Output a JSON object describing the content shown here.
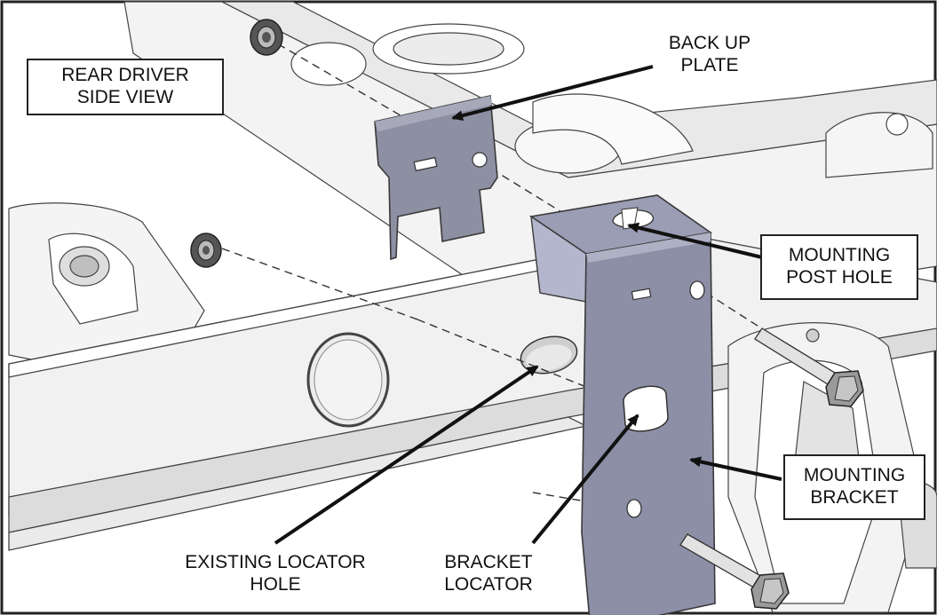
{
  "callouts": {
    "view": {
      "line1": "REAR DRIVER",
      "line2": "SIDE VIEW"
    },
    "back_up_plate": {
      "line1": "BACK UP",
      "line2": "PLATE"
    },
    "mounting_post_hole": {
      "line1": "MOUNTING",
      "line2": "POST HOLE"
    },
    "mounting_bracket": {
      "line1": "MOUNTING",
      "line2": "BRACKET"
    },
    "existing_locator_hole": {
      "line1": "EXISTING LOCATOR",
      "line2": "HOLE"
    },
    "bracket_locator": {
      "line1": "BRACKET",
      "line2": "LOCATOR"
    }
  },
  "colors": {
    "frame": "#f2f2f2",
    "frame_shadow": "#d6d6d6",
    "bracket": "#8c8fa6",
    "bracket_dark": "#5d6078",
    "plate": "#8d8fa3",
    "outline": "#3a3a3a",
    "arrow": "#111111"
  },
  "icons": [
    "bolt-icon",
    "nut-icon",
    "bushing-icon"
  ]
}
